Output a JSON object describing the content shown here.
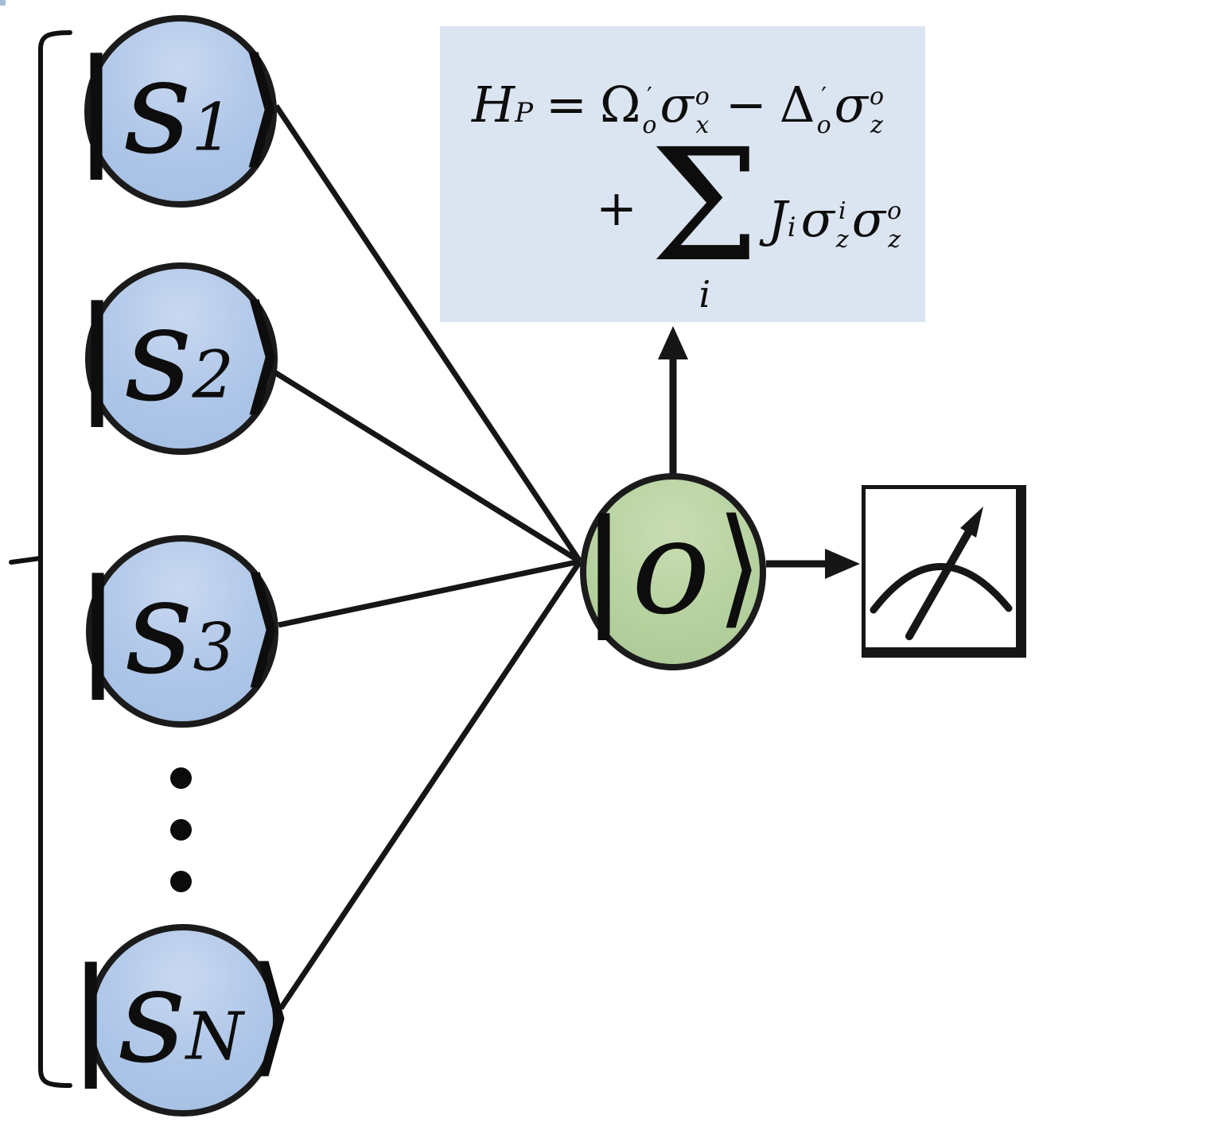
{
  "diagram_title": "qubit-ensemble-to-output-measurement-schematic",
  "colors": {
    "input_node_fill": "#aec6e8",
    "output_node_fill": "#b5d19e",
    "node_stroke": "#1b1b1b",
    "equation_box_bg": "#dbe5f1",
    "line_stroke": "#161616",
    "background": "#ffffff"
  },
  "input_nodes": [
    {
      "bar": "|",
      "base": "s",
      "sub": "1",
      "ket": "⟩"
    },
    {
      "bar": "|",
      "base": "s",
      "sub": "2",
      "ket": "⟩"
    },
    {
      "bar": "|",
      "base": "s",
      "sub": "3",
      "ket": "⟩"
    },
    {
      "bar": "|",
      "base": "s",
      "sub": "N",
      "ket": "⟩"
    }
  ],
  "output_node": {
    "bar": "|",
    "base": "o",
    "ket": "⟩"
  },
  "equation": {
    "line1": {
      "h": "H",
      "h_sub": "P",
      "eq": "=",
      "omega": "Ω",
      "omega_sup": "′",
      "omega_sub": "o",
      "sig1": "σ",
      "sig1_sup": "o",
      "sig1_sub": "x",
      "minus": "−",
      "delta": "Δ",
      "delta_sup": "′",
      "delta_sub": "o",
      "sig2": "σ",
      "sig2_sup": "o",
      "sig2_sub": "z"
    },
    "line2": {
      "plus": "+",
      "sum": "Σ",
      "sum_sub": "i",
      "j": "J",
      "j_sub": "i",
      "sig1": "σ",
      "sig1_sup": "i",
      "sig1_sub": "z",
      "sig2": "σ",
      "sig2_sup": "o",
      "sig2_sub": "z"
    }
  },
  "icons": {
    "measurement_gauge": "gauge-with-needle",
    "ensemble_bracket": "left-brace",
    "hamiltonian_arrow": "up-arrow",
    "measure_arrow": "right-arrow"
  }
}
